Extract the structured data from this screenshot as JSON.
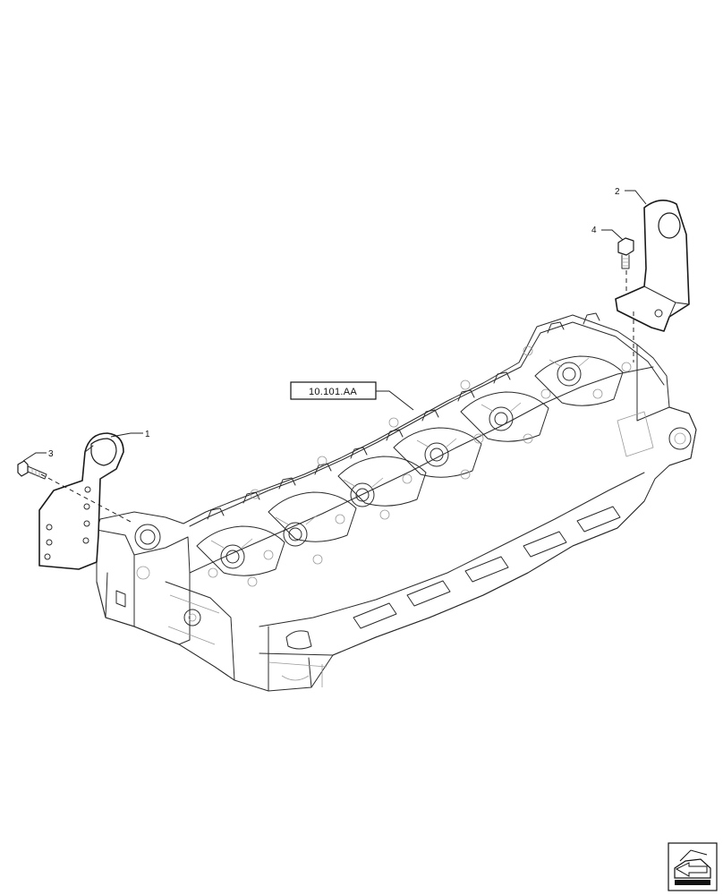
{
  "reference": {
    "label": "10.101.AA"
  },
  "callouts": [
    {
      "number": "1",
      "part": "lifting-bracket-front"
    },
    {
      "number": "2",
      "part": "lifting-bracket-rear"
    },
    {
      "number": "3",
      "part": "bolt-front"
    },
    {
      "number": "4",
      "part": "bolt-rear"
    }
  ],
  "navigation": {
    "icon": "previous-page-arrow-icon"
  }
}
